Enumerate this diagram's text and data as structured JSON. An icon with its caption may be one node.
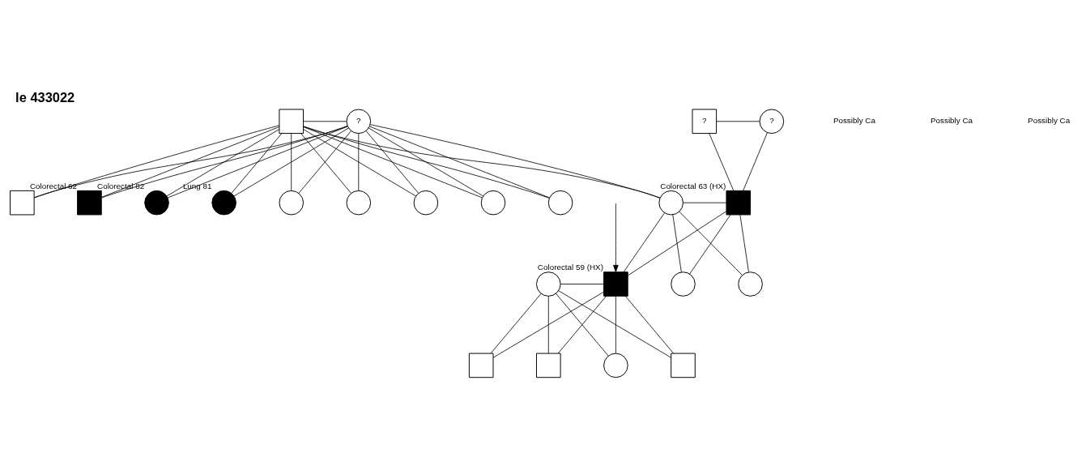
{
  "diagram": {
    "title": "le 433022",
    "nodes": [
      {
        "text": [],
        "shape": "box"
      },
      {
        "text": [
          "?"
        ]
      },
      {
        "text": [
          "?"
        ]
      },
      {
        "text": [
          "?"
        ]
      },
      {
        "text": [],
        "shape": "box"
      },
      {
        "text": [],
        "shape": "box",
        "beside": [
          "Colorectal 62"
        ]
      },
      {
        "text": [],
        "shape": "circle",
        "beside": [
          "Colorectal 82"
        ]
      },
      {
        "text": [],
        "shape": "circle",
        "beside": [
          "Lung 81"
        ]
      },
      {
        "text": [],
        "shape": "circle"
      },
      {
        "text": [],
        "shape": "circle"
      },
      {
        "text": [],
        "shape": "circle"
      },
      {
        "text": [],
        "shape": "circle"
      },
      {
        "text": [],
        "shape": "circle"
      },
      {
        "text": [],
        "shape": "circle"
      },
      {
        "text": [],
        "shape": "box",
        "beside": [
          "Colorectal 63 (HX)"
        ]
      },
      {
        "text": [],
        "shape": "circle"
      },
      {
        "text": [],
        "shape": "box",
        "beside": [
          "Colorectal 59 (HX)"
        ]
      },
      {
        "text": [],
        "shape": "circle"
      },
      {
        "text": [],
        "shape": "circle"
      },
      {
        "text": [],
        "shape": "box"
      },
      {
        "text": [],
        "shape": "box"
      },
      {
        "text": [],
        "shape": "circle"
      },
      {
        "text": [],
        "shape": "box"
      }
    ],
    "edges": [
      {
        "from": 0,
        "to": 1,
        "arrow": "none"
      },
      {
        "from": 2,
        "to": 3,
        "arrow": "none"
      },
      {
        "from": 0,
        "to": 4,
        "arrow": "none"
      },
      {
        "from": 1,
        "to": 4,
        "arrow": "none"
      },
      {
        "from": 0,
        "to": 5,
        "arrow": "none"
      },
      {
        "from": 1,
        "to": 5,
        "arrow": "none"
      },
      {
        "from": 0,
        "to": 6,
        "arrow": "none"
      },
      {
        "from": 1,
        "to": 6,
        "arrow": "none"
      },
      {
        "from": 0,
        "to": 7,
        "arrow": "none"
      },
      {
        "from": 1,
        "to": 7,
        "arrow": "none"
      },
      {
        "from": 0,
        "to": 8,
        "arrow": "none"
      },
      {
        "from": 1,
        "to": 8,
        "arrow": "none"
      },
      {
        "from": 0,
        "to": 9,
        "arrow": "none"
      },
      {
        "from": 1,
        "to": 9,
        "arrow": "none"
      },
      {
        "from": 0,
        "to": 10,
        "arrow": "none"
      },
      {
        "from": 1,
        "to": 10,
        "arrow": "none"
      },
      {
        "from": 0,
        "to": 11,
        "arrow": "none"
      },
      {
        "from": 1,
        "to": 11,
        "arrow": "none"
      },
      {
        "from": 0,
        "to": 12,
        "arrow": "none"
      },
      {
        "from": 1,
        "to": 12,
        "arrow": "none"
      },
      {
        "from": 0,
        "to": 13,
        "arrow": "none"
      },
      {
        "from": 1,
        "to": 13,
        "arrow": "none"
      },
      {
        "from": 2,
        "to": 14,
        "arrow": "none"
      },
      {
        "from": 3,
        "to": 14,
        "arrow": "none"
      },
      {
        "from": 13,
        "to": 14,
        "arrow": "none"
      },
      {
        "from": 13,
        "to": 16,
        "arrow": "none"
      },
      {
        "from": 14,
        "to": 16,
        "arrow": "none"
      },
      {
        "from": 13,
        "to": 17,
        "arrow": "none"
      },
      {
        "from": 14,
        "to": 17,
        "arrow": "none"
      },
      {
        "from": 13,
        "to": 18,
        "arrow": "none"
      },
      {
        "from": 14,
        "to": 18,
        "arrow": "none"
      },
      {
        "from": 15,
        "to": 16,
        "arrow": "none"
      },
      {
        "from": 15,
        "to": 19,
        "arrow": "none"
      },
      {
        "from": 16,
        "to": 19,
        "arrow": "none"
      },
      {
        "from": 15,
        "to": 20,
        "arrow": "none"
      },
      {
        "from": 16,
        "to": 20,
        "arrow": "none"
      },
      {
        "from": 15,
        "to": 21,
        "arrow": "none"
      },
      {
        "from": 16,
        "to": 21,
        "arrow": "none"
      },
      {
        "from": 15,
        "to": 22,
        "arrow": "none"
      },
      {
        "from": 16,
        "to": 22,
        "arrow": "none"
      },
      {
        "from": null,
        "to": 16,
        "arrow": "to"
      }
    ],
    "labels": [
      "Possibly Ca",
      "Possibly Ca",
      "Possibly Ca"
    ]
  }
}
